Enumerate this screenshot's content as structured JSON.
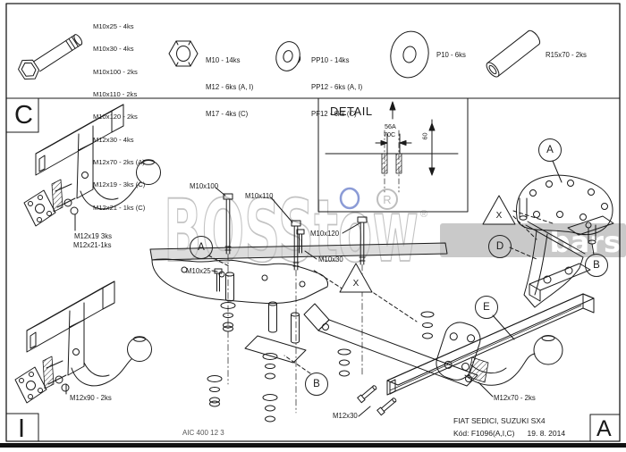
{
  "doc": {
    "vehicle": "FIAT SEDICI, SUZUKI SX4",
    "code": "Kód: F1096(A,I,C)",
    "date": "19. 8. 2014",
    "doc_number": "AIC 400 12 3"
  },
  "section_markers": {
    "top_left": "C",
    "bottom_left": "I",
    "bottom_right": "A"
  },
  "parts_list": {
    "bolts": [
      "M10x25 - 4ks",
      "M10x30 - 4ks",
      "M10x100 - 2ks",
      "M10x110 - 2ks",
      "M10x120 - 2ks",
      "M12x30 - 4ks",
      "M12x70 - 2ks (A)",
      "M12x19 - 3ks (C)",
      "M12x21 - 1ks (C)"
    ],
    "nuts": [
      "M10 - 14ks",
      "M12 - 6ks (A, I)",
      "M17 - 4ks (C)"
    ],
    "washers": [
      "PP10 - 14ks",
      "PP12 - 6ks (A, I)",
      "PF12 - 6ks (C)"
    ],
    "big_washer": "P10 - 6ks",
    "spacer_tube": "R15x70 - 2ks"
  },
  "detail_view": {
    "title": "DETAIL",
    "dim_width_a": "56A",
    "dim_width_c": "70C",
    "dim_height": "60"
  },
  "callout_labels": {
    "m10x100": "M10x100",
    "m10x110": "M10x110",
    "m10x120": "M10x120",
    "m10x30": "M10x30",
    "m10x25": "M10x25",
    "m12x30": "M12x30",
    "m12x70": "M12x70 - 2ks",
    "c_assembly_line1": "M12x19 3ks",
    "c_assembly_line2": "M12x21-1ks",
    "i_assembly": "M12x90 - 2ks"
  },
  "part_balloons": {
    "a_left": "A",
    "a_right": "A",
    "b_center": "B",
    "b_right": "B",
    "d": "D",
    "e": "E",
    "x1": "X",
    "x2": "X"
  },
  "watermark": {
    "brand": "BOSStow",
    "sub": "bars",
    "registered": "R",
    "reg_symbol": "®"
  },
  "colors": {
    "line": "#1a1a1a",
    "watermark_gray": "#bdbdbd",
    "band_gray": "#c9c9c9",
    "accent_blue": "#8b9bd6",
    "bar_fill": "#dcdcdc"
  }
}
